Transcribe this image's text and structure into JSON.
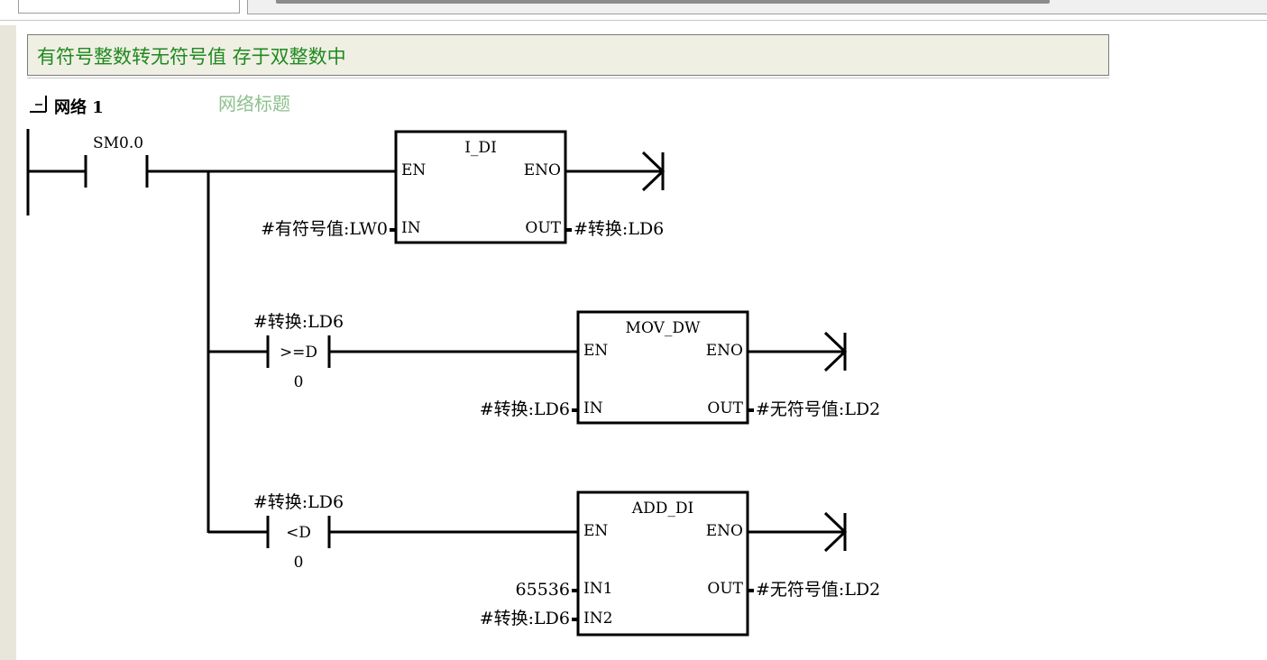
{
  "comment": "有符号整数转无符号值 存于双整数中",
  "network": {
    "label": "网络 1",
    "title": "网络标题"
  },
  "contact": {
    "name": "SM0.0"
  },
  "box1": {
    "title": "I_DI",
    "en": "EN",
    "eno": "ENO",
    "in": "IN",
    "out": "OUT",
    "in_value": "#有符号值:LW0",
    "out_value": "#转换:LD6"
  },
  "compare1": {
    "operand": "#转换:LD6",
    "op": ">=D",
    "value": "0"
  },
  "box2": {
    "title": "MOV_DW",
    "en": "EN",
    "eno": "ENO",
    "in": "IN",
    "out": "OUT",
    "in_value": "#转换:LD6",
    "out_value": "#无符号值:LD2"
  },
  "compare2": {
    "operand": "#转换:LD6",
    "op": "<D",
    "value": "0"
  },
  "box3": {
    "title": "ADD_DI",
    "en": "EN",
    "eno": "ENO",
    "in1": "IN1",
    "in2": "IN2",
    "out": "OUT",
    "in1_value": "65536",
    "in2_value": "#转换:LD6",
    "out_value": "#无符号值:LD2"
  }
}
